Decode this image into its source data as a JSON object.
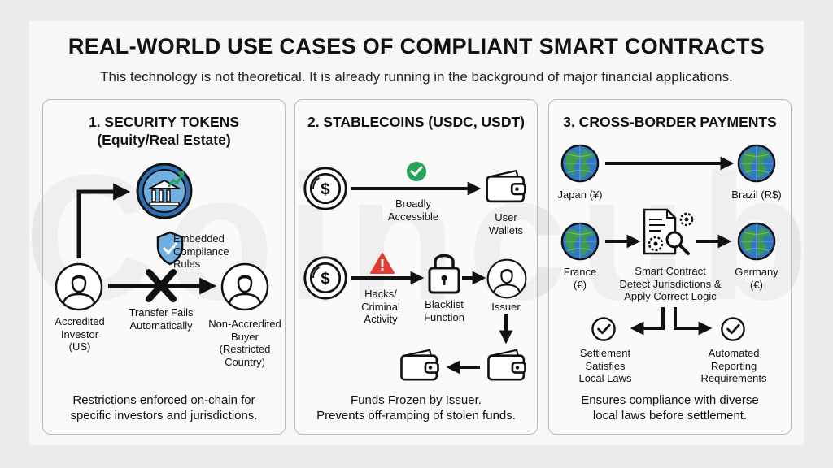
{
  "watermark": "Coincub",
  "title": "REAL-WORLD USE CASES OF COMPLIANT SMART CONTRACTS",
  "subtitle": "This technology is not theoretical. It is already running in the background of major financial applications.",
  "panels": [
    {
      "title_line1": "1. SECURITY TOKENS",
      "title_line2": "(Equity/Real Estate)",
      "embedded_label": [
        "Embedded",
        "Compliance",
        "Rules"
      ],
      "transfer_label": [
        "Transfer Fails",
        "Automatically"
      ],
      "accredited_label": [
        "Accredited",
        "Investor",
        "(US)"
      ],
      "nonaccredited_label": [
        "Non-Accredited",
        "Buyer",
        "(Restricted",
        "Country)"
      ],
      "footer": [
        "Restrictions enforced on-chain for",
        "specific investors and jurisdictions."
      ]
    },
    {
      "title": "2. STABLECOINS (USDC, USDT)",
      "accessible_label": [
        "Broadly",
        "Accessible"
      ],
      "wallets_label": [
        "User",
        "Wallets"
      ],
      "hacks_label": [
        "Hacks/",
        "Criminal",
        "Activity"
      ],
      "blacklist_label": [
        "Blacklist",
        "Function"
      ],
      "issuer_label": "Issuer",
      "footer": [
        "Funds Frozen by Issuer.",
        "Prevents off-ramping of stolen funds."
      ]
    },
    {
      "title": "3. CROSS-BORDER PAYMENTS",
      "japan_label": "Japan (¥)",
      "brazil_label": "Brazil (R$)",
      "france_label": [
        "France",
        "(€)"
      ],
      "germany_label": [
        "Germany",
        "(€)"
      ],
      "contract_label": [
        "Smart Contract",
        "Detect Jurisdictions &",
        "Apply Correct Logic"
      ],
      "settlement_label": [
        "Settlement",
        "Satisfies",
        "Local Laws"
      ],
      "reporting_label": [
        "Automated",
        "Reporting",
        "Requirements"
      ],
      "footer": [
        "Ensures compliance with diverse",
        "local laws before settlement."
      ]
    }
  ],
  "colors": {
    "accent_blue": "#2c6fb4",
    "light_blue": "#6fb0e0",
    "green_check": "#2aa35a",
    "alert_red": "#e03c32",
    "globe_land": "#3e9b4a",
    "globe_sea": "#2f78c4"
  },
  "icons": [
    "bank-growth-icon",
    "shield-check-icon",
    "person-icon",
    "x-mark-icon",
    "dollar-coin-icon",
    "check-badge-icon",
    "wallet-icon",
    "warning-icon",
    "padlock-icon",
    "globe-icon",
    "document-gears-icon",
    "check-circle-icon"
  ]
}
